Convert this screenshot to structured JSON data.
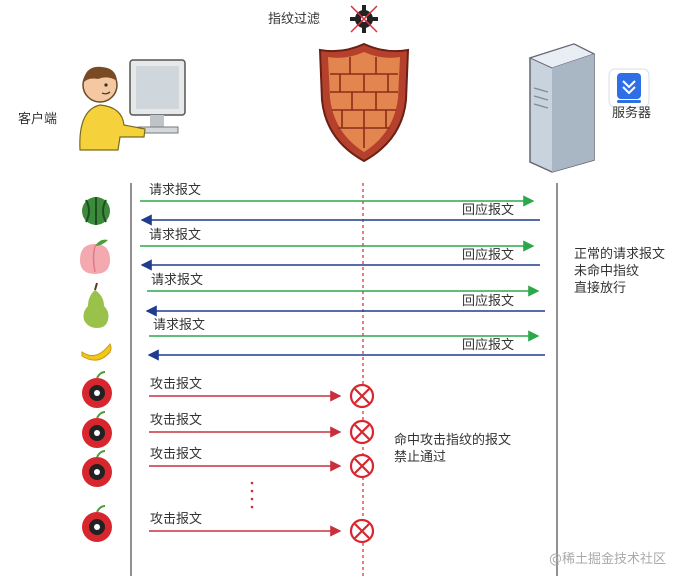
{
  "labels": {
    "client": "客户端",
    "firewall_title": "指纹过滤",
    "server": "服务器"
  },
  "messages": {
    "request": "请求报文",
    "response": "回应报文",
    "attack": "攻击报文"
  },
  "notes": {
    "normal": "正常的请求报文\n未命中指纹\n直接放行",
    "blocked": "命中攻击指纹的报文\n禁止通过"
  },
  "watermark": "@稀土掘金技术社区",
  "fruits": [
    "watermelon-icon",
    "peach-icon",
    "pear-icon",
    "banana-icon"
  ],
  "colors": {
    "request": "#2aa84a",
    "response": "#1f3c8f",
    "attack": "#c8303c",
    "block": "#d8262e",
    "shield": "#b5412c"
  }
}
